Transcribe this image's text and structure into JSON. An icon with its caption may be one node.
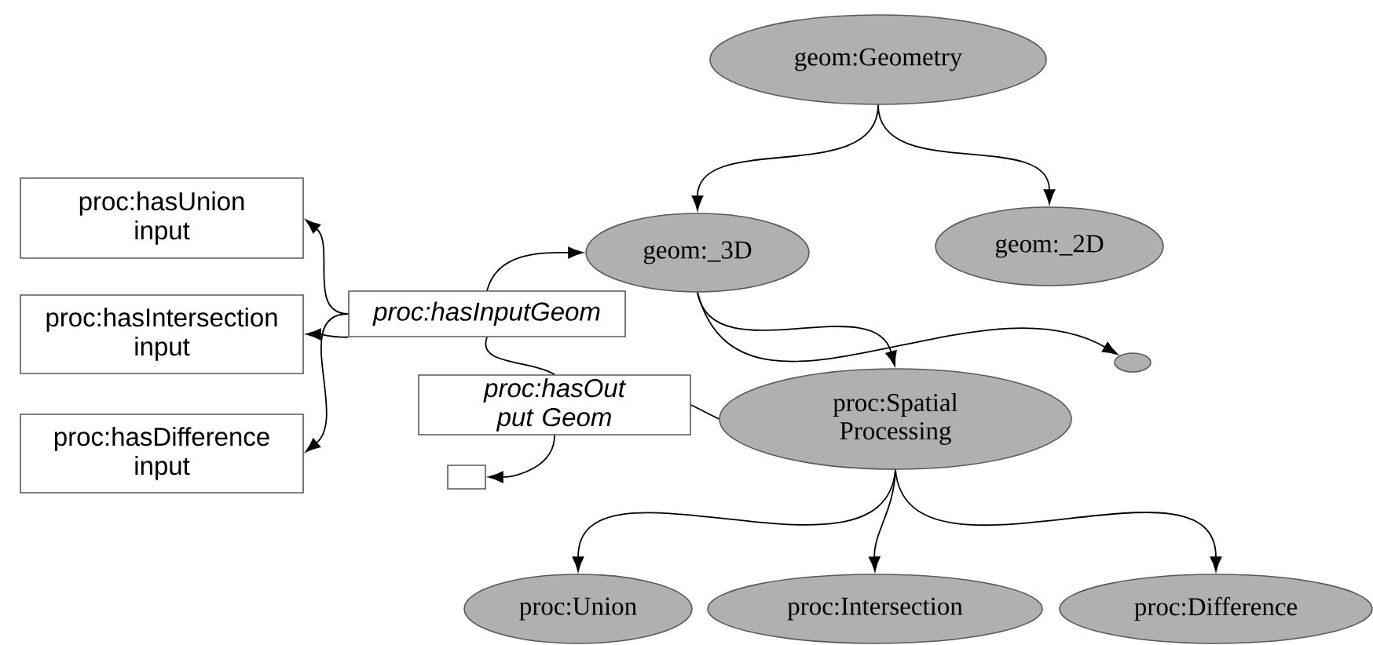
{
  "diagram": {
    "nodes": [
      {
        "text": [
          "geom:Geometry"
        ]
      },
      {
        "text": [
          "geom:_3D"
        ]
      },
      {
        "text": [
          "geom:_2D"
        ]
      },
      {
        "text": [],
        "shape": "ellipse"
      },
      {
        "text": [
          "proc:Spatial Processing"
        ]
      },
      {
        "text": [
          "proc:Union"
        ]
      },
      {
        "text": [
          "proc:Intersection"
        ]
      },
      {
        "text": [
          "proc:Difference"
        ]
      },
      {
        "text": [
          "proc:hasUnion input"
        ]
      },
      {
        "text": [
          "proc:hasIntersection input"
        ]
      },
      {
        "text": [
          "proc:hasDifference input"
        ]
      },
      {
        "text": [
          "proc:hasInputGeom"
        ]
      },
      {
        "text": [
          "proc:hasOut put Geom"
        ]
      },
      {
        "text": [],
        "shape": "box"
      }
    ],
    "edges": [
      {
        "from": 0,
        "to": 1,
        "arrow": "to"
      },
      {
        "from": 0,
        "to": 2,
        "arrow": "to"
      },
      {
        "from": 1,
        "to": 4,
        "arrow": "to"
      },
      {
        "from": 1,
        "to": 3,
        "arrow": "to"
      },
      {
        "from": 11,
        "to": 1,
        "arrow": "to"
      },
      {
        "from": 11,
        "to": 8,
        "arrow": "to"
      },
      {
        "from": 11,
        "to": 9,
        "arrow": "to"
      },
      {
        "from": 11,
        "to": 10,
        "arrow": "to"
      },
      {
        "from": 11,
        "to": 12,
        "arrow": "none"
      },
      {
        "from": 12,
        "to": 4,
        "arrow": "none"
      },
      {
        "from": 12,
        "to": 13,
        "arrow": "to"
      },
      {
        "from": 4,
        "to": 5,
        "arrow": "to"
      },
      {
        "from": 4,
        "to": 6,
        "arrow": "to"
      },
      {
        "from": 4,
        "to": 7,
        "arrow": "to"
      }
    ]
  }
}
